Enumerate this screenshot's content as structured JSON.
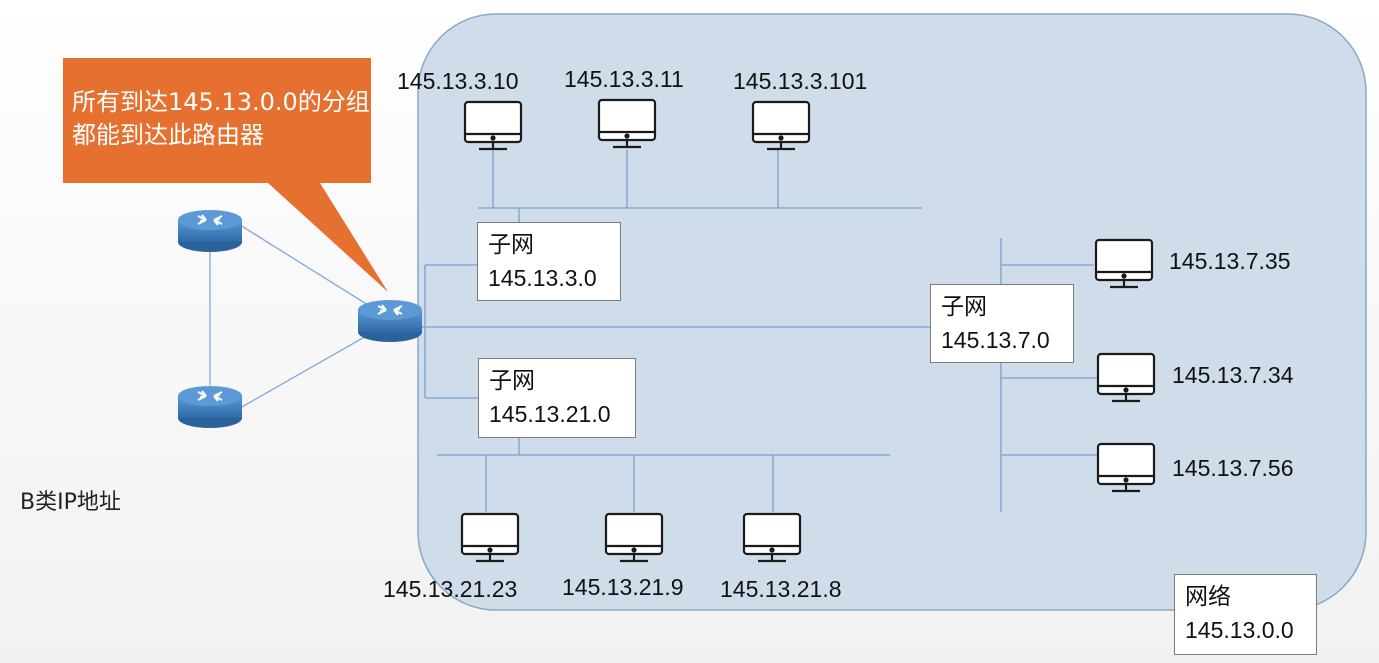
{
  "callout": {
    "text": "所有到达145.13.0.0的分组都能到达此路由器"
  },
  "note": "B类IP地址",
  "network_box": {
    "label": "网络",
    "address": "145.13.0.0"
  },
  "subnets": [
    {
      "label": "子网",
      "address": "145.13.3.0"
    },
    {
      "label": "子网",
      "address": "145.13.21.0"
    },
    {
      "label": "子网",
      "address": "145.13.7.0"
    }
  ],
  "hosts": {
    "top": [
      "145.13.3.10",
      "145.13.3.11",
      "145.13.3.101"
    ],
    "bottom": [
      "145.13.21.23",
      "145.13.21.9",
      "145.13.21.8"
    ],
    "right": [
      "145.13.7.35",
      "145.13.7.34",
      "145.13.7.56"
    ]
  },
  "colors": {
    "network_fill": "#cfdcea",
    "network_border": "#8aa8c6",
    "callout": "#e5702f",
    "router": "#3d7fc0",
    "line": "#86a9d2"
  }
}
